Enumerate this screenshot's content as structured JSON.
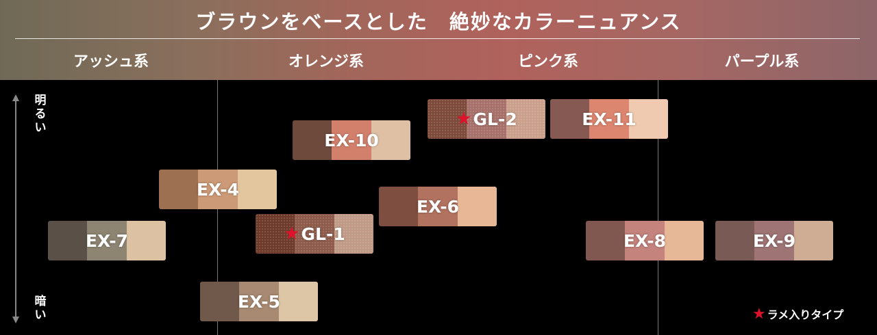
{
  "title": "ブラウンをベースとした　絶妙なカラーニュアンス",
  "categories": [
    "アッシュ系",
    "オレンジ系",
    "ピンク系",
    "パープル系"
  ],
  "axis": {
    "top_label": "明るい",
    "bottom_label": "暗い"
  },
  "legend": {
    "star_icon": "★",
    "text": "ラメ入りタイプ"
  },
  "swatches": [
    {
      "name": "GL-2",
      "star": true,
      "glitter": true,
      "colors": [
        "#7d4a3a",
        "#a8706a",
        "#caa08c"
      ]
    },
    {
      "name": "EX-11",
      "star": false,
      "glitter": false,
      "colors": [
        "#865a52",
        "#dc8670",
        "#f0cab0"
      ]
    },
    {
      "name": "EX-10",
      "star": false,
      "glitter": false,
      "colors": [
        "#6e4a3c",
        "#d2806c",
        "#e0c0a4"
      ]
    },
    {
      "name": "EX-4",
      "star": false,
      "glitter": false,
      "colors": [
        "#9e7052",
        "#cc9a76",
        "#e4c69e"
      ]
    },
    {
      "name": "EX-6",
      "star": false,
      "glitter": false,
      "colors": [
        "#7e4e40",
        "#b27260",
        "#e8b896"
      ]
    },
    {
      "name": "EX-7",
      "star": false,
      "glitter": false,
      "colors": [
        "#5a5048",
        "#8e8472",
        "#dcc2a2"
      ]
    },
    {
      "name": "GL-1",
      "star": true,
      "glitter": true,
      "colors": [
        "#6e3a2a",
        "#8e5a4a",
        "#c09a86"
      ]
    },
    {
      "name": "EX-8",
      "star": false,
      "glitter": false,
      "colors": [
        "#805850",
        "#c4837c",
        "#e6b898"
      ]
    },
    {
      "name": "EX-9",
      "star": false,
      "glitter": false,
      "colors": [
        "#7a5a54",
        "#9e7474",
        "#cfac94"
      ]
    },
    {
      "name": "EX-5",
      "star": false,
      "glitter": false,
      "colors": [
        "#70584a",
        "#a88a72",
        "#dcc6a6"
      ]
    }
  ],
  "colors": {
    "star": "#e0112b",
    "divider": "#7a7a7a"
  }
}
